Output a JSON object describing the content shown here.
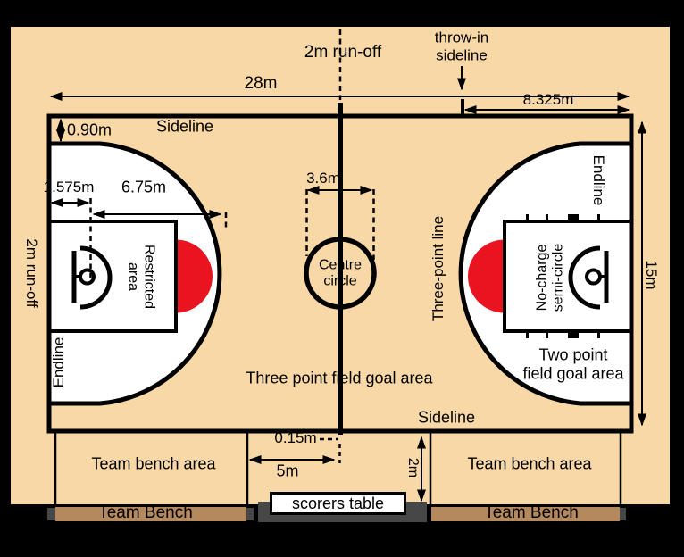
{
  "title": "Basketball court dimensions diagram (FIBA)",
  "colors": {
    "background": "#000000",
    "floor": "#f8d8a7",
    "court_lines": "#000000",
    "two_point_area": "#ffffff",
    "free_throw_semicircle": "#e91420",
    "team_bench_bar": "#b5895e",
    "shadow": "#474747"
  },
  "dimensions": {
    "court_length": "28m",
    "throw_in_to_endline": "8.325m",
    "three_point_sideline_offset": "0.90m",
    "basket_to_endline": "1.575m",
    "three_point_radius": "6.75m",
    "centre_circle_diameter": "3.6m",
    "court_width": "15m",
    "centre_line_extension": "0.15m",
    "bench_area_length": "5m",
    "bench_area_depth": "2m",
    "run_off_top": "2m run-off",
    "run_off_left": "2m run-off"
  },
  "labels": {
    "sideline_top": "Sideline",
    "sideline_bottom": "Sideline",
    "endline_left": "Endline",
    "endline_right": "Endline",
    "throw_in": [
      "throw-in",
      "sideline"
    ],
    "restricted": [
      "Restricted",
      "area"
    ],
    "centre_circle": [
      "Centre",
      "circle"
    ],
    "three_point_line": "Three-point line",
    "no_charge": [
      "No-charge",
      "semi-circle"
    ],
    "two_point": [
      "Two point",
      "field goal area"
    ],
    "three_point_area": "Three point field goal area",
    "team_bench_area_left": "Team bench area",
    "team_bench_area_right": "Team bench area",
    "team_bench_left": "Team Bench",
    "team_bench_right": "Team Bench",
    "scorers_table": "scorers table"
  }
}
